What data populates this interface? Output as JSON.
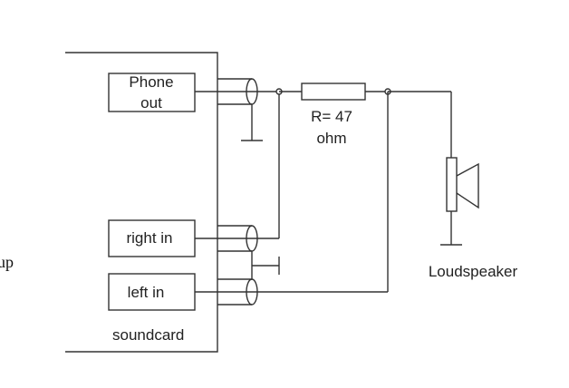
{
  "diagram": {
    "left_edge_text": "up",
    "soundcard": {
      "label": "soundcard"
    },
    "ports": {
      "phone_out": {
        "line1": "Phone",
        "line2": "out"
      },
      "right_in": {
        "label": "right in"
      },
      "left_in": {
        "label": "left in"
      }
    },
    "resistor": {
      "line1": "R= 47",
      "line2": "ohm"
    },
    "loudspeaker": {
      "label": "Loudspeaker"
    }
  },
  "colors": {
    "line": "#333333",
    "background": "#ffffff",
    "text": "#222222"
  }
}
